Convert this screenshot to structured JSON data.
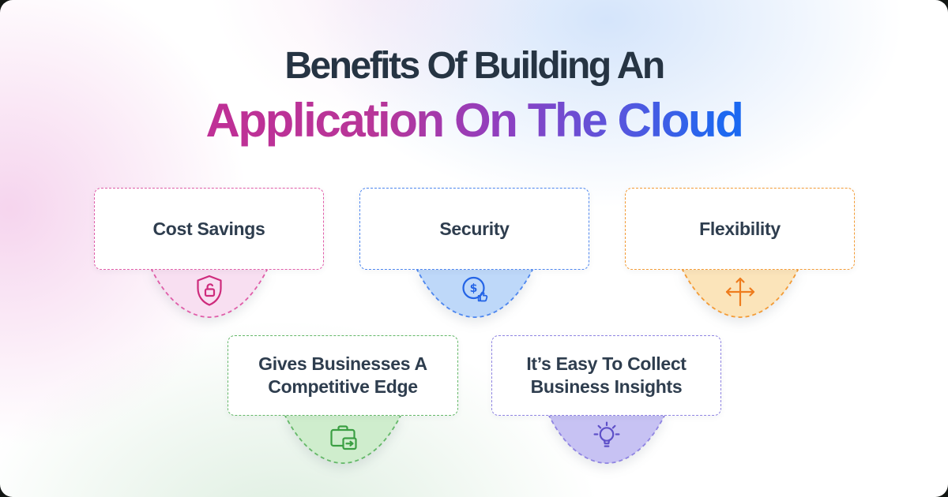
{
  "title": {
    "line1": "Benefits Of Building An",
    "line2": "Application On The Cloud",
    "line1_color": "#263443",
    "line2_gradient": [
      "#c12e95",
      "#8f3fc0",
      "#0b6cf7"
    ]
  },
  "cards": [
    {
      "label": "Cost Savings",
      "icon": "shield-lock-icon",
      "accent_color": "#ce2b7c",
      "border_color": "#e05da9",
      "pointer_fill": "#f8dff1"
    },
    {
      "label": "Security",
      "icon": "dollar-thumbs-up-icon",
      "accent_color": "#2464e6",
      "border_color": "#4d86ef",
      "pointer_fill": "#bed8f9"
    },
    {
      "label": "Flexibility",
      "icon": "move-arrows-icon",
      "accent_color": "#ee7c1e",
      "border_color": "#f39b36",
      "pointer_fill": "#fbe4ba"
    },
    {
      "label": "Gives Businesses A Competitive Edge",
      "icon": "briefcase-arrow-icon",
      "accent_color": "#3b9f43",
      "border_color": "#64b868",
      "pointer_fill": "#cfedcd"
    },
    {
      "label": "It’s Easy To Collect Business Insights",
      "icon": "lightbulb-icon",
      "accent_color": "#5e50c8",
      "border_color": "#8f84e2",
      "pointer_fill": "#c7c2f3"
    }
  ],
  "card_text_color": "#2e3d4e",
  "background_blob_colors": {
    "top_left": "#eeb2e0",
    "top_center": "#cde0fa",
    "bottom_left": "#cbe5cf"
  }
}
